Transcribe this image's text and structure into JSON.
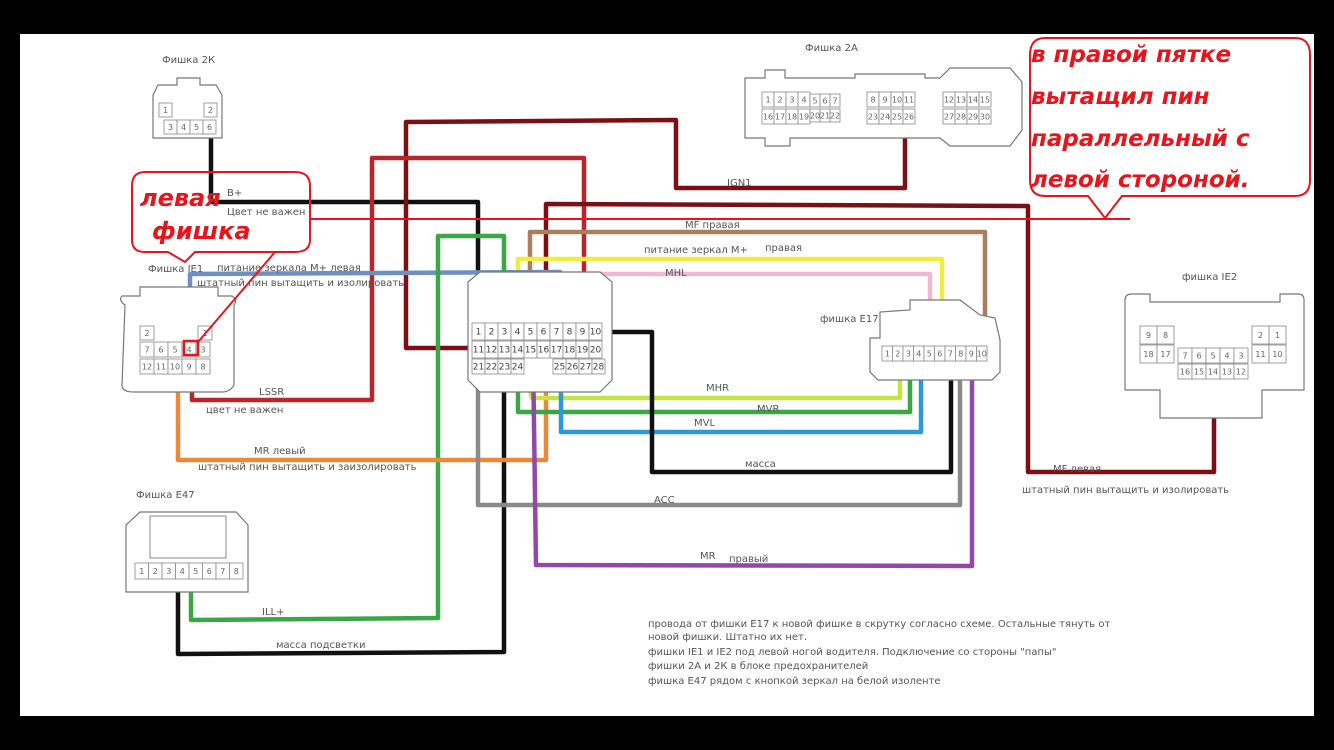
{
  "title": "Схема подключения зеркал",
  "colors": {
    "black": "#111111",
    "dark_red": "#7a1015",
    "red": "#b8262c",
    "brown": "#a97f5f",
    "yellow": "#f0ee3c",
    "pink": "#f2b8cf",
    "blue": "#6d8fc4",
    "green": "#3aa646",
    "light_green": "#c6e441",
    "cyan_blue": "#2e98d8",
    "gray": "#8a8a8a",
    "purple": "#9248a8",
    "orange": "#e88a3a",
    "callout_red": "#e8141c"
  },
  "connectors": {
    "2K": {
      "label": "Фишка 2К",
      "pins_top": [
        "1",
        "2"
      ],
      "pins_bottom": [
        "3",
        "4",
        "5",
        "6"
      ]
    },
    "2A": {
      "label": "Фишка 2А",
      "block1_top": [
        "1",
        "2",
        "3",
        "4",
        "5",
        "6",
        "7"
      ],
      "block1_bottom": [
        "16",
        "17",
        "18",
        "19",
        "20",
        "21",
        "22"
      ],
      "block2_top": [
        "8",
        "9",
        "10",
        "11"
      ],
      "block2_bottom": [
        "23",
        "24",
        "25",
        "26"
      ],
      "block3_top": [
        "12",
        "13",
        "14",
        "15"
      ],
      "block3_bottom": [
        "27",
        "28",
        "29",
        "30"
      ]
    },
    "IE1": {
      "label": "Фишка IE1",
      "row1": [
        "2",
        "",
        "1"
      ],
      "row2": [
        "7",
        "6",
        "5",
        "4",
        "3"
      ],
      "row3": [
        "12",
        "11",
        "10",
        "9",
        "8"
      ]
    },
    "new": {
      "row1": [
        "1",
        "2",
        "3",
        "4",
        "5",
        "6",
        "7",
        "8",
        "9",
        "10"
      ],
      "row2": [
        "11",
        "12",
        "13",
        "14",
        "15",
        "16",
        "17",
        "18",
        "19",
        "20"
      ],
      "row3": [
        "21",
        "22",
        "23",
        "24",
        "",
        "25",
        "26",
        "27",
        "28"
      ]
    },
    "E17": {
      "label": "фишка E17",
      "pins": [
        "1",
        "2",
        "3",
        "4",
        "5",
        "6",
        "7",
        "8",
        "9",
        "10"
      ]
    },
    "IE2": {
      "label": "фишка IE2",
      "left_top": [
        "9",
        "8"
      ],
      "left_bottom": [
        "18",
        "17"
      ],
      "mid_top": [
        "7",
        "6",
        "5",
        "4",
        "3"
      ],
      "mid_bottom": [
        "16",
        "15",
        "14",
        "13",
        "12"
      ],
      "right_top": [
        "2",
        "1"
      ],
      "right_bottom": [
        "11",
        "10"
      ]
    },
    "E47": {
      "label": "Фишка E47",
      "pins": [
        "1",
        "2",
        "3",
        "4",
        "5",
        "6",
        "7",
        "8"
      ]
    }
  },
  "wire_labels": {
    "b_plus": "B+",
    "color_any_1": "Цвет не важен",
    "ign1": "IGN1",
    "mf_right": "MF  правая",
    "mirror_power_right": "питание зеркал   M+",
    "mirror_power_right_side": "правая",
    "mhl": "MHL",
    "mirror_power_left": "питание зеркала M+ левая",
    "pull_pin_isolate_1": "штатный пин вытащить и изолировать",
    "lssr": "LSSR",
    "color_any_2": "цвет не важен",
    "mr_left": "MR левый",
    "pull_pin_isolate_2": "штатный пин вытащить и заизолировать",
    "mhr": "MHR",
    "mvr": "MVR",
    "mvl": "MVL",
    "ground": "масса",
    "acc": "ACC",
    "mr": "MR",
    "mr_right_side": "правый",
    "mf_left": "MF левая",
    "pull_pin_isolate_3": "штатный пин вытащить и изолировать",
    "ill_plus": "ILL+",
    "backlight_ground": "масса подсветки"
  },
  "callouts": {
    "left": [
      "левая",
      "фишка"
    ],
    "right": [
      "в правой пятке",
      "вытащил пин",
      "параллельный с",
      "левой стороной."
    ]
  },
  "notes": [
    "провода от фишки E17 к новой фишке в скрутку согласно схеме. Остальные тянуть от",
    "новой фишки. Штатно их нет.",
    "фишки IE1 и IE2 под левой ногой водителя. Подключение со стороны \"папы\"",
    "фишки 2А и 2К в блоке предохранителей",
    "фишка E47 рядом с кнопкой зеркал на белой изоленте"
  ]
}
